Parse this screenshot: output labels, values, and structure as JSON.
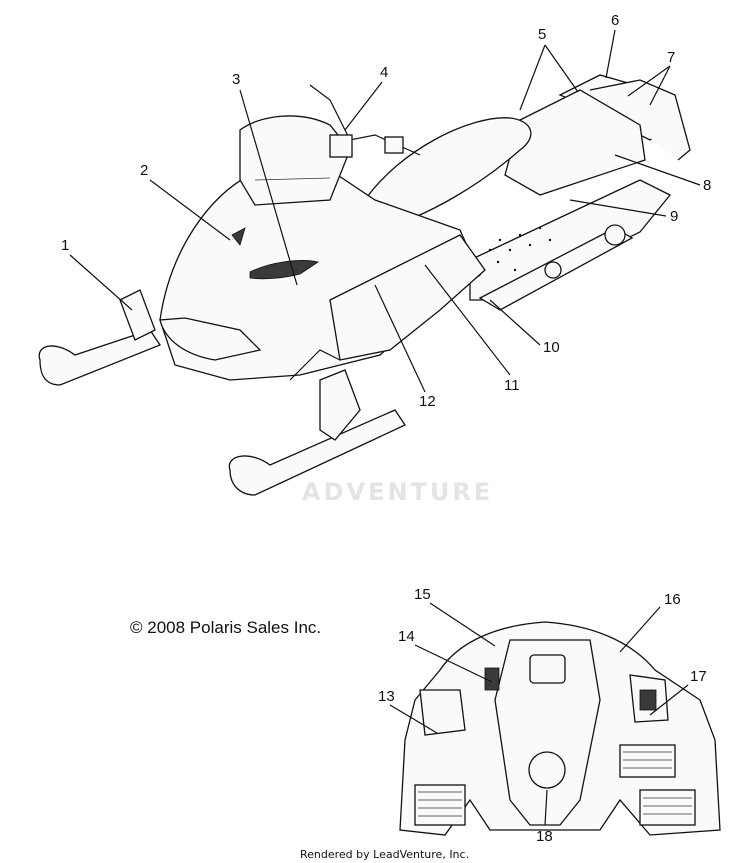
{
  "callouts": [
    "1",
    "2",
    "3",
    "4",
    "5",
    "6",
    "7",
    "8",
    "9",
    "10",
    "11",
    "12",
    "13",
    "14",
    "15",
    "16",
    "17",
    "18"
  ],
  "copyright": "© 2008 Polaris Sales Inc.",
  "watermark": "ADVENTURE",
  "rendered_by": "Rendered by LeadVenture, Inc."
}
